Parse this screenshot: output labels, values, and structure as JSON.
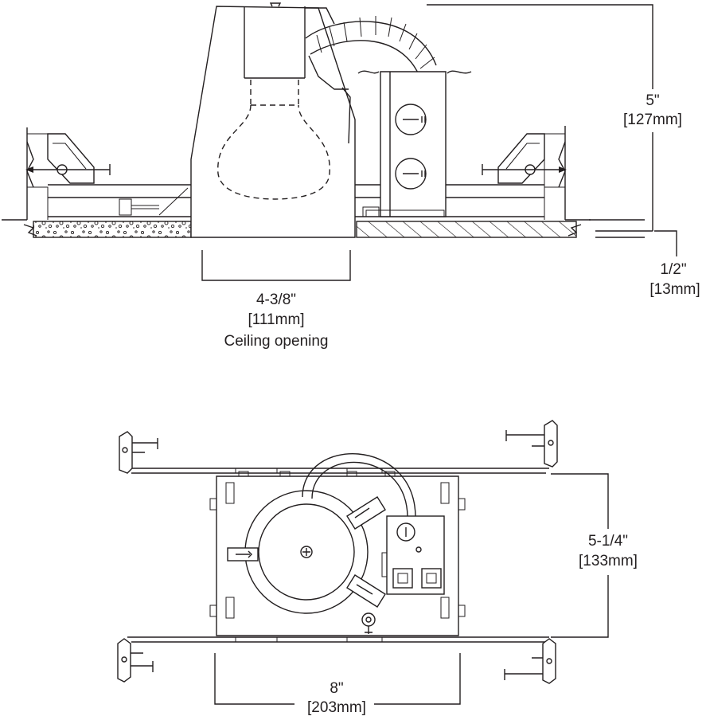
{
  "side_view": {
    "height_dim": {
      "imperial": "5\"",
      "metric": "[127mm]"
    },
    "ceiling_thickness_dim": {
      "imperial": "1/2\"",
      "metric": "[13mm]"
    },
    "opening_dim": {
      "imperial": "4-3/8\"",
      "metric": "[111mm]",
      "caption": "Ceiling opening"
    }
  },
  "top_view": {
    "depth_dim": {
      "imperial": "5-1/4\"",
      "metric": "[133mm]"
    },
    "width_dim": {
      "imperial": "8\"",
      "metric": "[203mm]"
    }
  }
}
